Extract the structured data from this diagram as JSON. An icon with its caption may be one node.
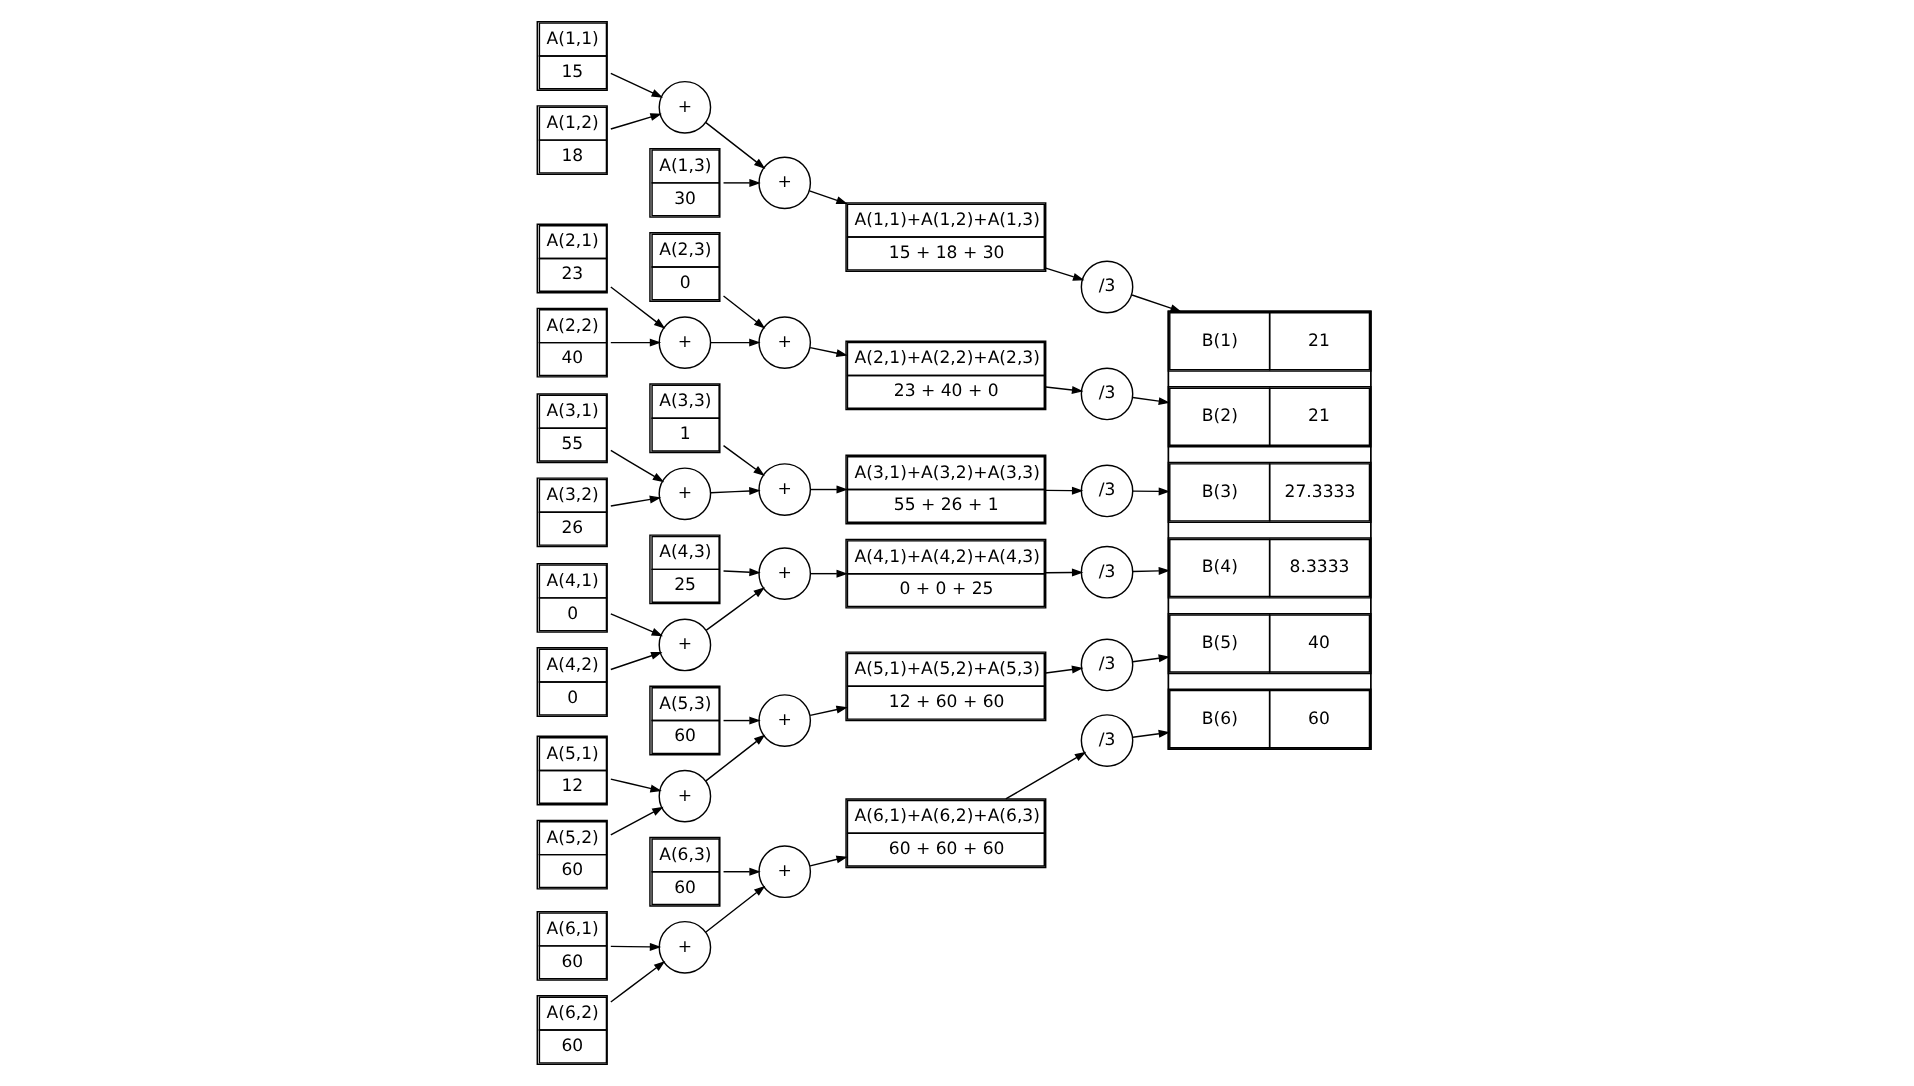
{
  "diagram": {
    "nodes": [
      {
        "text": [
          "A(1,1)",
          "15"
        ]
      },
      {
        "text": [
          "A(1,2)",
          "18"
        ]
      },
      {
        "text": [
          "A(1,3)",
          "30"
        ]
      },
      {
        "text": [
          "+"
        ]
      },
      {
        "text": [
          "+"
        ]
      },
      {
        "text": [
          "A(1,1)+A(1,2)+A(1,3)",
          "15 + 18 + 30"
        ]
      },
      {
        "text": [
          "/3"
        ]
      },
      {
        "text": [
          "A(2,1)",
          "23"
        ]
      },
      {
        "text": [
          "A(2,2)",
          "40"
        ]
      },
      {
        "text": [
          "A(2,3)",
          "0"
        ]
      },
      {
        "text": [
          "+"
        ]
      },
      {
        "text": [
          "+"
        ]
      },
      {
        "text": [
          "A(2,1)+A(2,2)+A(2,3)",
          "23 + 40 + 0"
        ]
      },
      {
        "text": [
          "/3"
        ]
      },
      {
        "text": [
          "A(3,1)",
          "55"
        ]
      },
      {
        "text": [
          "A(3,2)",
          "26"
        ]
      },
      {
        "text": [
          "A(3,3)",
          "1"
        ]
      },
      {
        "text": [
          "+"
        ]
      },
      {
        "text": [
          "+"
        ]
      },
      {
        "text": [
          "A(3,1)+A(3,2)+A(3,3)",
          "55 + 26 + 1"
        ]
      },
      {
        "text": [
          "/3"
        ]
      },
      {
        "text": [
          "A(4,1)",
          "0"
        ]
      },
      {
        "text": [
          "A(4,2)",
          "0"
        ]
      },
      {
        "text": [
          "A(4,3)",
          "25"
        ]
      },
      {
        "text": [
          "+"
        ]
      },
      {
        "text": [
          "+"
        ]
      },
      {
        "text": [
          "A(4,1)+A(4,2)+A(4,3)",
          "0 + 0 + 25"
        ]
      },
      {
        "text": [
          "/3"
        ]
      },
      {
        "text": [
          "A(5,1)",
          "12"
        ]
      },
      {
        "text": [
          "A(5,2)",
          "60"
        ]
      },
      {
        "text": [
          "A(5,3)",
          "60"
        ]
      },
      {
        "text": [
          "+"
        ]
      },
      {
        "text": [
          "+"
        ]
      },
      {
        "text": [
          "A(5,1)+A(5,2)+A(5,3)",
          "12 + 60 + 60"
        ]
      },
      {
        "text": [
          "/3"
        ]
      },
      {
        "text": [
          "A(6,1)",
          "60"
        ]
      },
      {
        "text": [
          "A(6,2)",
          "60"
        ]
      },
      {
        "text": [
          "A(6,3)",
          "60"
        ]
      },
      {
        "text": [
          "+"
        ]
      },
      {
        "text": [
          "+"
        ]
      },
      {
        "text": [
          "A(6,1)+A(6,2)+A(6,3)",
          "60 + 60 + 60"
        ]
      },
      {
        "text": [
          "/3"
        ]
      },
      {
        "text": [],
        "shape": "box"
      },
      {
        "text": [
          "B(1)",
          "21"
        ],
        "in": 42
      },
      {
        "text": [
          "B(2)",
          "21"
        ],
        "in": 42
      },
      {
        "text": [
          "B(3)",
          "27.3333"
        ],
        "in": 42
      },
      {
        "text": [
          "B(4)",
          "8.3333"
        ],
        "in": 42
      },
      {
        "text": [
          "B(5)",
          "40"
        ],
        "in": 42
      },
      {
        "text": [
          "B(6)",
          "60"
        ],
        "in": 42
      }
    ],
    "edges": [
      {
        "from": 0,
        "to": 3,
        "arrow": "to"
      },
      {
        "from": 1,
        "to": 3,
        "arrow": "to"
      },
      {
        "from": 3,
        "to": 4,
        "arrow": "to"
      },
      {
        "from": 2,
        "to": 4,
        "arrow": "to"
      },
      {
        "from": 4,
        "to": 5,
        "arrow": "to"
      },
      {
        "from": 5,
        "to": 6,
        "arrow": "to"
      },
      {
        "from": 6,
        "to": 43,
        "arrow": "to"
      },
      {
        "from": 7,
        "to": 10,
        "arrow": "to"
      },
      {
        "from": 8,
        "to": 10,
        "arrow": "to"
      },
      {
        "from": 10,
        "to": 11,
        "arrow": "to"
      },
      {
        "from": 9,
        "to": 11,
        "arrow": "to"
      },
      {
        "from": 11,
        "to": 12,
        "arrow": "to"
      },
      {
        "from": 12,
        "to": 13,
        "arrow": "to"
      },
      {
        "from": 13,
        "to": 44,
        "arrow": "to"
      },
      {
        "from": 14,
        "to": 17,
        "arrow": "to"
      },
      {
        "from": 15,
        "to": 17,
        "arrow": "to"
      },
      {
        "from": 17,
        "to": 18,
        "arrow": "to"
      },
      {
        "from": 16,
        "to": 18,
        "arrow": "to"
      },
      {
        "from": 18,
        "to": 19,
        "arrow": "to"
      },
      {
        "from": 19,
        "to": 20,
        "arrow": "to"
      },
      {
        "from": 20,
        "to": 45,
        "arrow": "to"
      },
      {
        "from": 21,
        "to": 24,
        "arrow": "to"
      },
      {
        "from": 22,
        "to": 24,
        "arrow": "to"
      },
      {
        "from": 24,
        "to": 25,
        "arrow": "to"
      },
      {
        "from": 23,
        "to": 25,
        "arrow": "to"
      },
      {
        "from": 25,
        "to": 26,
        "arrow": "to"
      },
      {
        "from": 26,
        "to": 27,
        "arrow": "to"
      },
      {
        "from": 27,
        "to": 46,
        "arrow": "to"
      },
      {
        "from": 28,
        "to": 31,
        "arrow": "to"
      },
      {
        "from": 29,
        "to": 31,
        "arrow": "to"
      },
      {
        "from": 31,
        "to": 32,
        "arrow": "to"
      },
      {
        "from": 30,
        "to": 32,
        "arrow": "to"
      },
      {
        "from": 32,
        "to": 33,
        "arrow": "to"
      },
      {
        "from": 33,
        "to": 34,
        "arrow": "to"
      },
      {
        "from": 34,
        "to": 47,
        "arrow": "to"
      },
      {
        "from": 35,
        "to": 38,
        "arrow": "to"
      },
      {
        "from": 36,
        "to": 38,
        "arrow": "to"
      },
      {
        "from": 38,
        "to": 39,
        "arrow": "to"
      },
      {
        "from": 37,
        "to": 39,
        "arrow": "to"
      },
      {
        "from": 39,
        "to": 40,
        "arrow": "to"
      },
      {
        "from": 40,
        "to": 41,
        "arrow": "to"
      },
      {
        "from": 41,
        "to": 48,
        "arrow": "to"
      }
    ]
  }
}
